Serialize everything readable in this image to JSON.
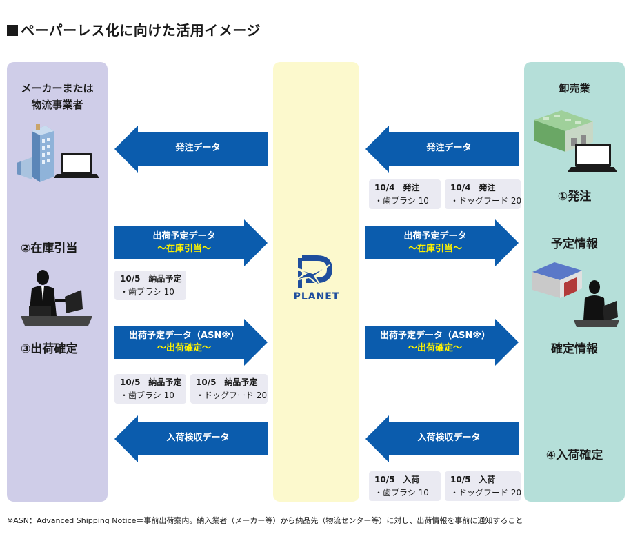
{
  "title": "ペーパーレス化に向けた活用イメージ",
  "left_panel": {
    "label_line1": "メーカーまたは",
    "label_line2": "物流事業者"
  },
  "right_panel": {
    "label": "卸売業"
  },
  "center": {
    "logo_text": "PLANET"
  },
  "steps": {
    "order": "①発注",
    "stock": "②在庫引当",
    "ship_confirm": "③出荷確定",
    "schedule_info": "予定情報",
    "confirm_info": "確定情報",
    "receive_confirm": "④入荷確定"
  },
  "arrows": {
    "order_left": "発注データ",
    "order_right": "発注データ",
    "ship_sched_left": "出荷予定データ",
    "ship_sched_left_sub": "〜在庫引当〜",
    "ship_sched_right": "出荷予定データ",
    "ship_sched_right_sub": "〜在庫引当〜",
    "asn_left": "出荷予定データ（ASN※）",
    "asn_left_sub": "〜出荷確定〜",
    "asn_right": "出荷予定データ（ASN※）",
    "asn_right_sub": "〜出荷確定〜",
    "receive_left": "入荷検収データ",
    "receive_right": "入荷検収データ"
  },
  "boxes": {
    "order1": {
      "head": "10/4　発注",
      "item": "・歯ブラシ 10"
    },
    "order2": {
      "head": "10/4　発注",
      "item": "・ドッグフード 20"
    },
    "sched1": {
      "head": "10/5　納品予定",
      "item": "・歯ブラシ 10"
    },
    "asn1": {
      "head": "10/5　納品予定",
      "item": "・歯ブラシ 10"
    },
    "asn2": {
      "head": "10/5　納品予定",
      "item": "・ドッグフード 20"
    },
    "recv1": {
      "head": "10/5　入荷",
      "item": "・歯ブラシ 10"
    },
    "recv2": {
      "head": "10/5　入荷",
      "item": "・ドッグフード 20"
    }
  },
  "colors": {
    "arrow": "#0b5cad",
    "sub_text": "#fff200",
    "left_panel": "#cfcde8",
    "center_panel": "#fcf9cd",
    "right_panel": "#b5dfd9"
  },
  "footnote": "※ASN：Advanced Shipping Notice＝事前出荷案内。納入業者（メーカー等）から納品先（物流センター等）に対し、出荷情報を事前に通知すること"
}
